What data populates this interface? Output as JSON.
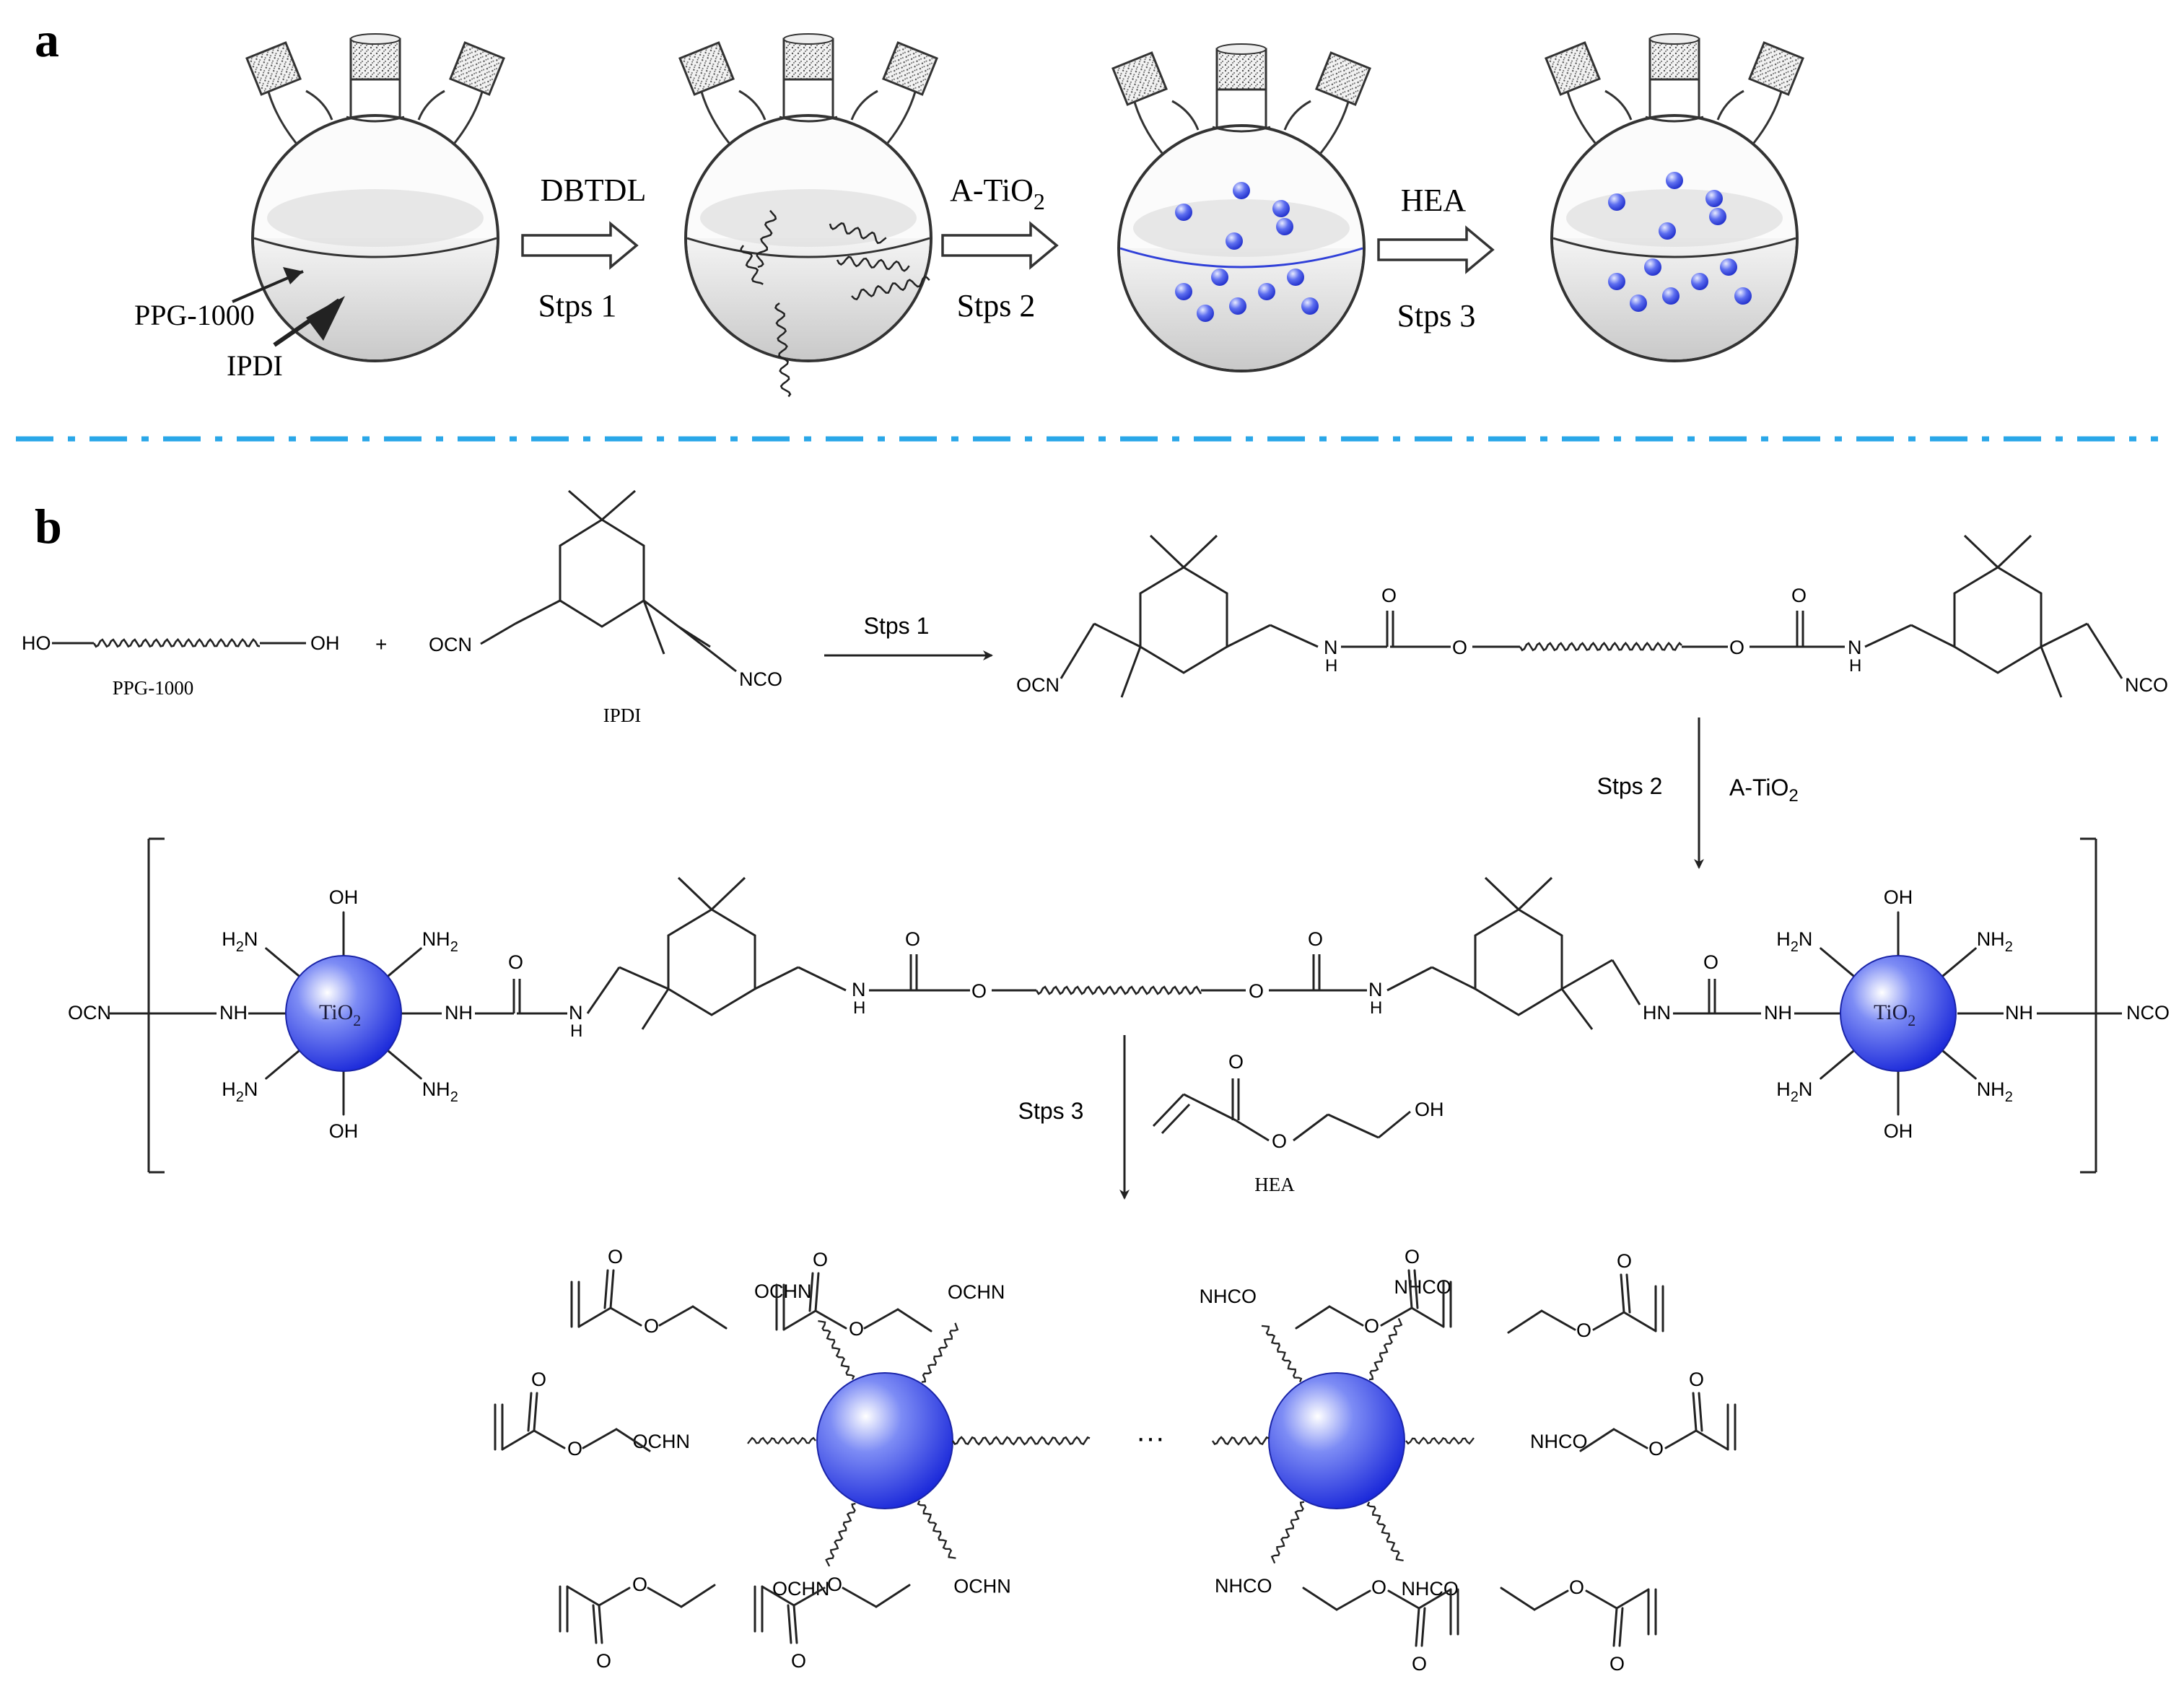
{
  "panels": {
    "a": "a",
    "b": "b"
  },
  "panel_a": {
    "arrow_labels": [
      {
        "top": "DBTDL",
        "bottom": "Stps 1"
      },
      {
        "top": "A-TiO",
        "top_sub": "2",
        "bottom": "Stps 2"
      },
      {
        "top": "HEA",
        "bottom": "Stps 3"
      }
    ],
    "flask1_labels": {
      "ppg": "PPG-1000",
      "ipdi": "IPDI"
    }
  },
  "panel_b": {
    "ppg": {
      "left": "HO",
      "right": "OH",
      "name": "PPG-1000"
    },
    "plus": "+",
    "ipdi": {
      "ocn": "OCN",
      "nco": "NCO",
      "name": "IPDI"
    },
    "step1": "Stps 1",
    "prepolymer": {
      "ocn": "OCN",
      "nco": "NCO",
      "o": "O",
      "n": "N",
      "h": "H"
    },
    "step2": {
      "label": "Stps 2",
      "reagent": "A-TiO",
      "reagent_sub": "2"
    },
    "intermediate": {
      "ocn": "OCN",
      "nco": "NCO",
      "nh": "NH",
      "hn": "HN",
      "tio2": "TiO",
      "tio2_sub": "2",
      "oh": "OH",
      "nh2": "NH",
      "nh2_sub": "2",
      "h2n_pre": "H",
      "h2n_sub": "2",
      "h2n_post": "N",
      "o": "O",
      "n": "N",
      "h": "H"
    },
    "step3": {
      "label": "Stps 3",
      "name": "HEA",
      "o": "O",
      "oh": "OH"
    },
    "product": {
      "ochn": "OCHN",
      "nhco": "NHCO",
      "o": "O",
      "dots": "···"
    }
  },
  "colors": {
    "sphere": "#2b3de6",
    "divider": "#2aa7e8",
    "ink": "#222222"
  }
}
